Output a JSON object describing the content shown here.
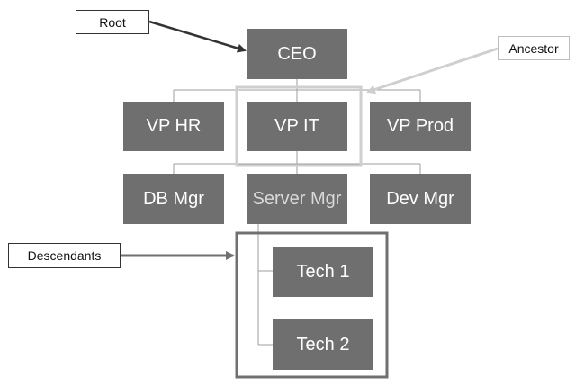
{
  "nodes": {
    "ceo": "CEO",
    "vp_hr": "VP HR",
    "vp_it": "VP IT",
    "vp_prod": "VP Prod",
    "db_mgr": "DB Mgr",
    "server_mgr": "Server Mgr",
    "dev_mgr": "Dev Mgr",
    "tech1": "Tech 1",
    "tech2": "Tech 2"
  },
  "callouts": {
    "root": "Root",
    "ancestor": "Ancestor",
    "descendants": "Descendants"
  },
  "colors": {
    "node_fill": "#6f6f6f",
    "node_text": "#ffffff",
    "connector": "#9e9e9e",
    "ancestor_highlight": "#cfcfcf",
    "descendants_frame": "#707070",
    "arrow_dark": "#333333"
  }
}
